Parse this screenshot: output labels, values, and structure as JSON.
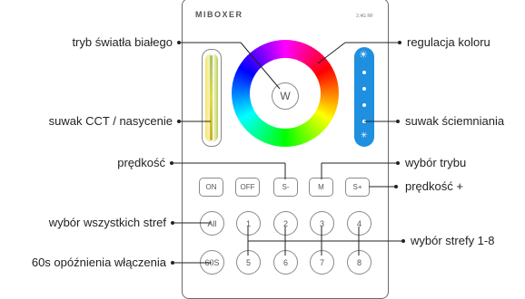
{
  "remote": {
    "brand": "MIBOXER",
    "band": "2.4G RF",
    "center_label": "W",
    "buttons": {
      "on": "ON",
      "off": "OFF",
      "speed_minus": "S-",
      "mode": "M",
      "speed_plus": "S+",
      "all": "All",
      "zone1": "1",
      "zone2": "2",
      "zone3": "3",
      "zone4": "4",
      "delay": "60S",
      "zone5": "5",
      "zone6": "6",
      "zone7": "7",
      "zone8": "8"
    }
  },
  "labels": {
    "white_mode": "tryb światła białego",
    "color_adjust": "regulacja koloru",
    "cct_slider": "suwak CCT / nasycenie",
    "dimmer_slider": "suwak ściemniania",
    "speed_minus": "prędkość",
    "mode_select": "wybór trybu",
    "speed_plus": "prędkość +",
    "all_zones": "wybór wszystkich stref",
    "zones_1_8": "wybór strefy 1-8",
    "delay_off": "60s opóźnienia włączenia"
  }
}
